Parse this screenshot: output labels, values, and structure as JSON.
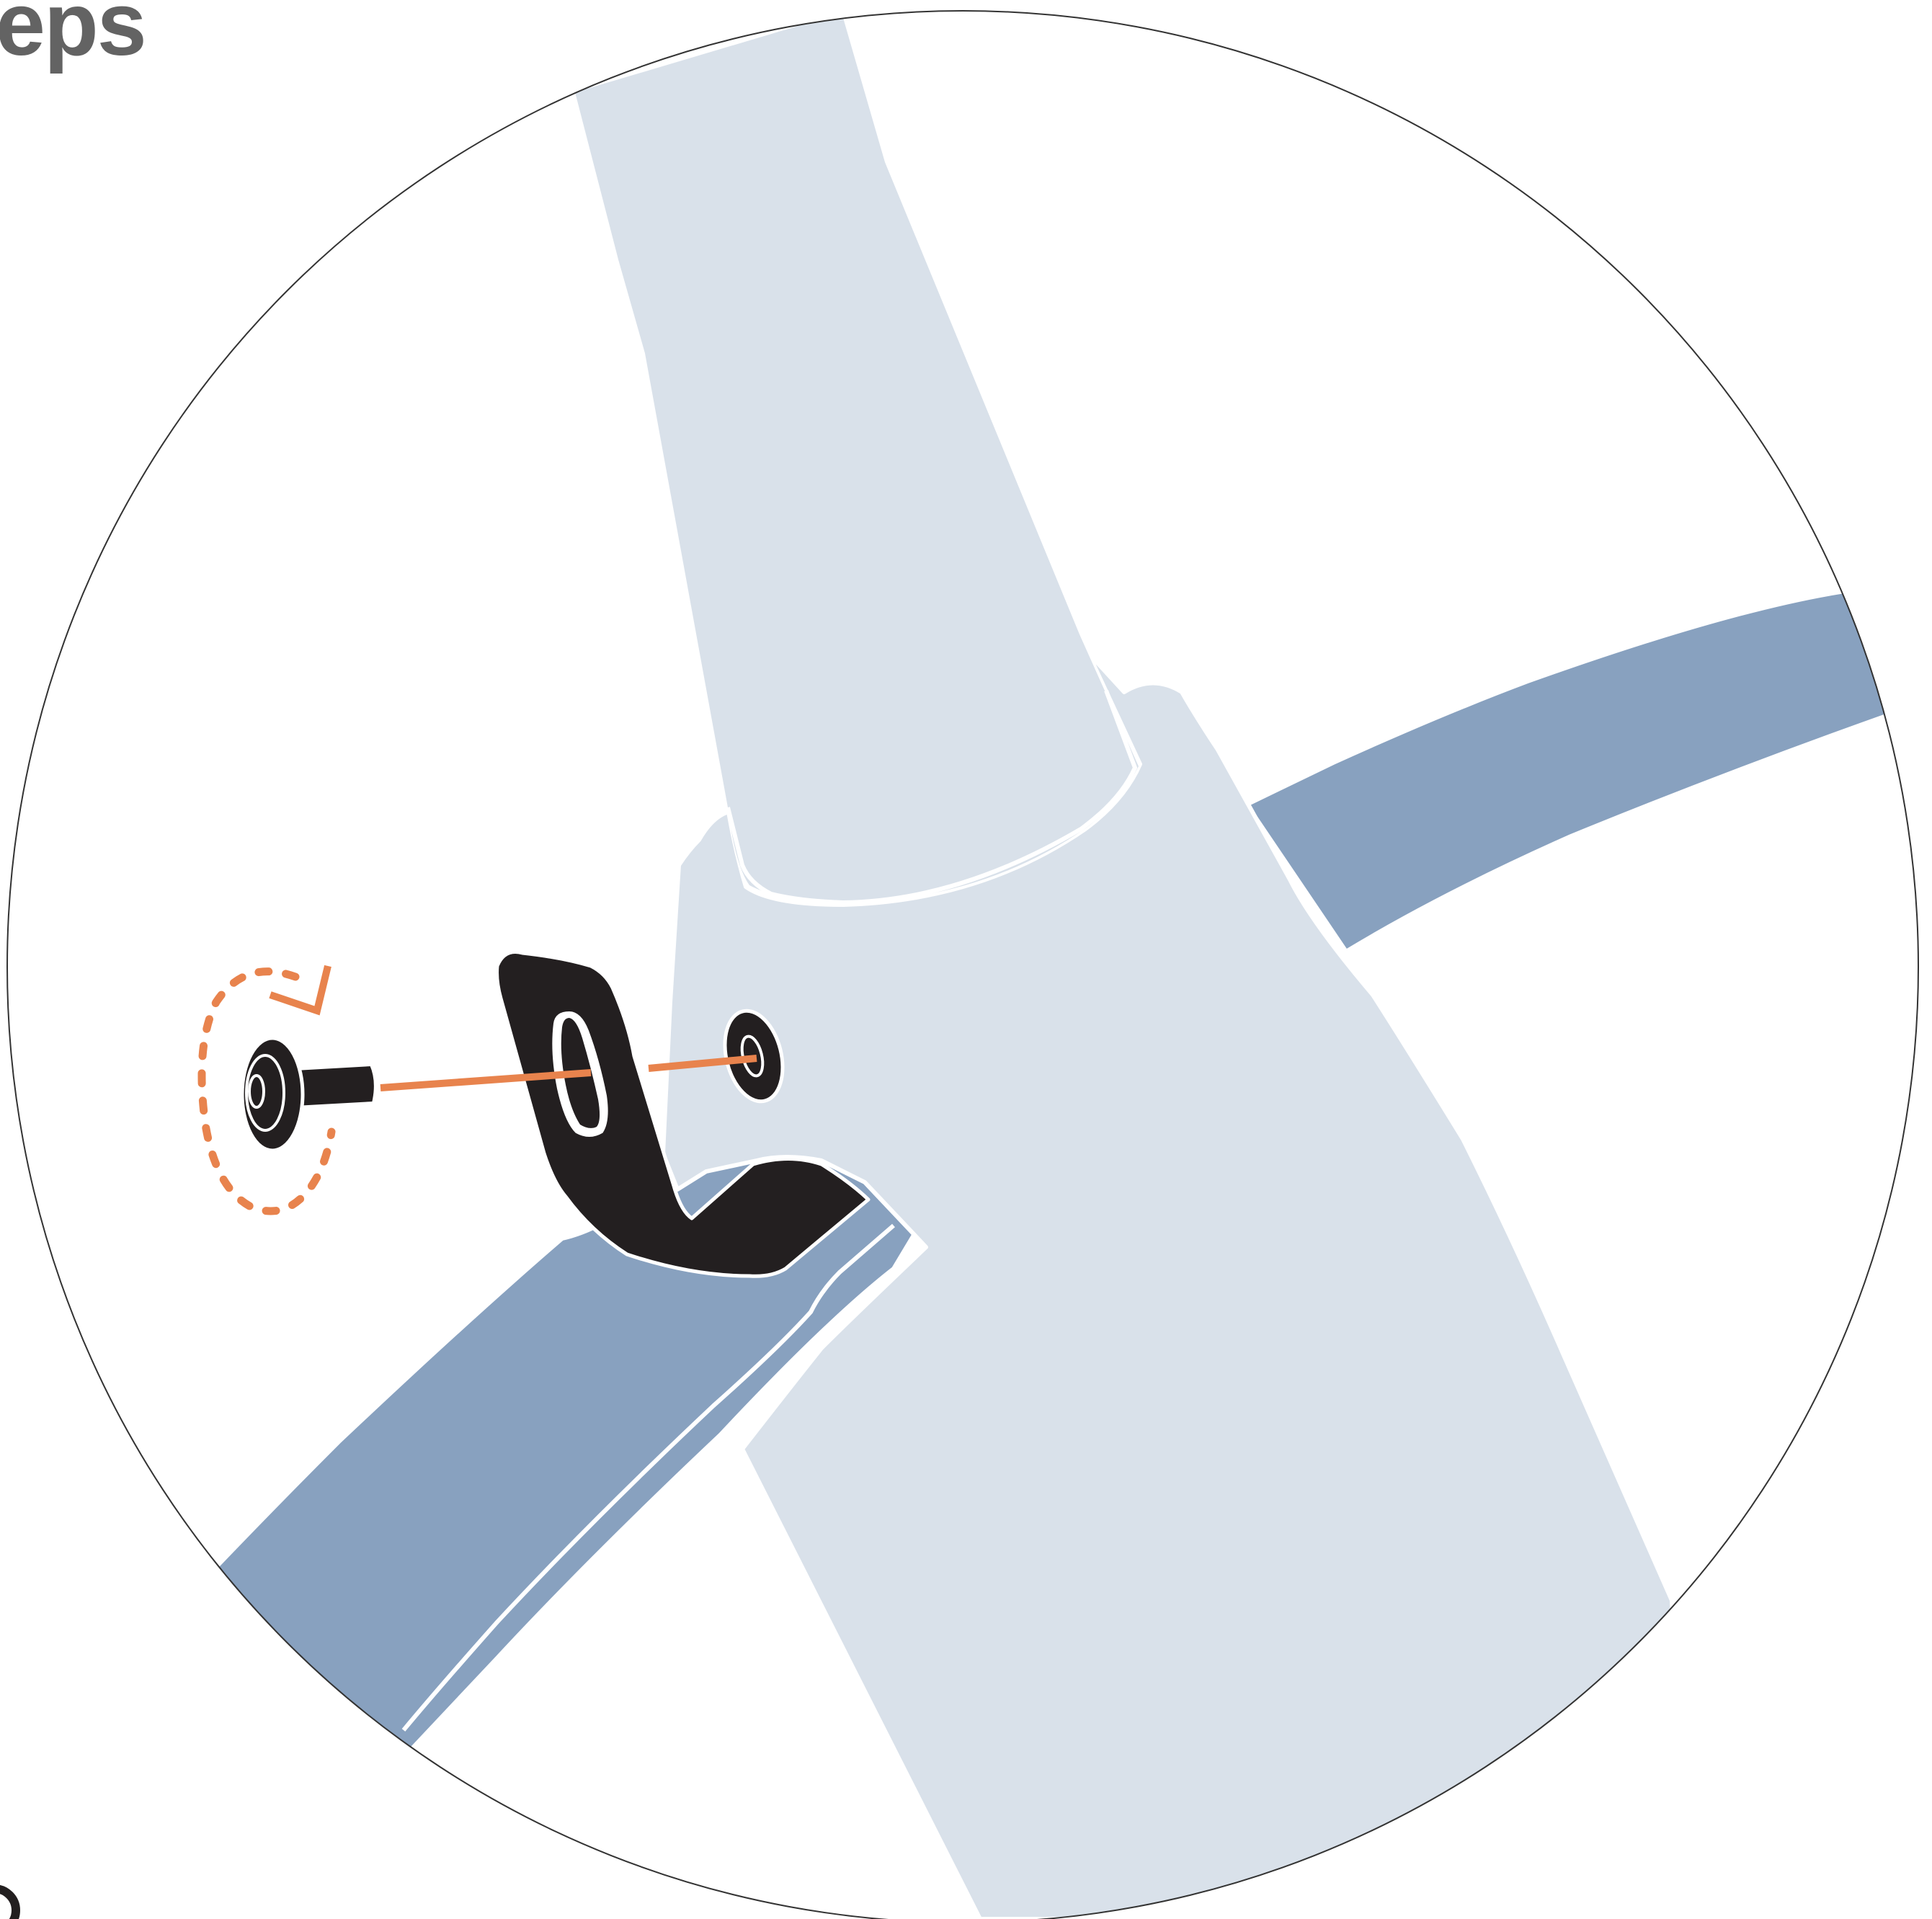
{
  "header": {
    "title_fragment": "eps"
  },
  "illustration": {
    "frame_color": "#333333",
    "background_color": "#ffffff",
    "frame_part_color": "#d9e1ea",
    "tube_color": "#88a1bf",
    "bracket_color": "#231f20",
    "accent_color": "#e8834d",
    "outline_color": "#ffffff",
    "icons": [
      "circular-detail-view",
      "seat-tube",
      "chainstay",
      "seatstay",
      "derailleur-hanger-bracket",
      "mounting-bolt",
      "threaded-hole",
      "rotate-arrow"
    ]
  }
}
